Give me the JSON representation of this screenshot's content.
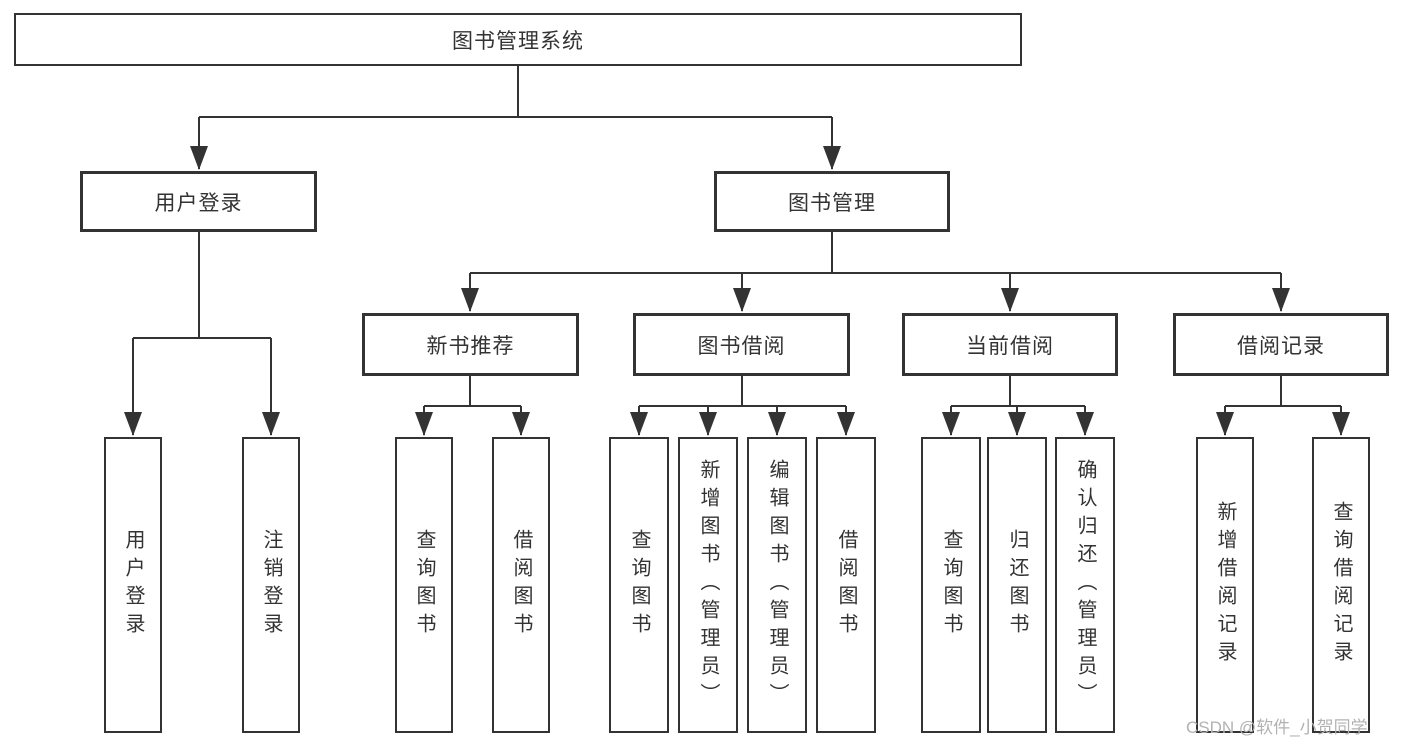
{
  "diagram": {
    "root": {
      "label": "图书管理系统"
    },
    "level2": {
      "user_login": {
        "label": "用户登录"
      },
      "book_mgmt": {
        "label": "图书管理"
      }
    },
    "user_login_children": [
      {
        "label": "用户登录"
      },
      {
        "label": "注销登录"
      }
    ],
    "book_mgmt_sections": [
      {
        "label": "新书推荐"
      },
      {
        "label": "图书借阅"
      },
      {
        "label": "当前借阅"
      },
      {
        "label": "借阅记录"
      }
    ],
    "new_book_children": [
      {
        "label": "查询图书"
      },
      {
        "label": "借阅图书"
      }
    ],
    "book_borrow_children": [
      {
        "label": "查询图书"
      },
      {
        "label": "新增图书（管理员）"
      },
      {
        "label": "编辑图书（管理员）"
      },
      {
        "label": "借阅图书"
      }
    ],
    "current_borrow_children": [
      {
        "label": "查询图书"
      },
      {
        "label": "归还图书"
      },
      {
        "label": "确认归还（管理员）"
      }
    ],
    "borrow_record_children": [
      {
        "label": "新增借阅记录"
      },
      {
        "label": "查询借阅记录"
      }
    ]
  },
  "watermark": {
    "text": "CSDN @软件_小贺同学"
  },
  "colors": {
    "line": "#333333",
    "box_border": "#333333",
    "text": "#333333",
    "watermark": "#b2b2b2",
    "background": "#ffffff"
  }
}
